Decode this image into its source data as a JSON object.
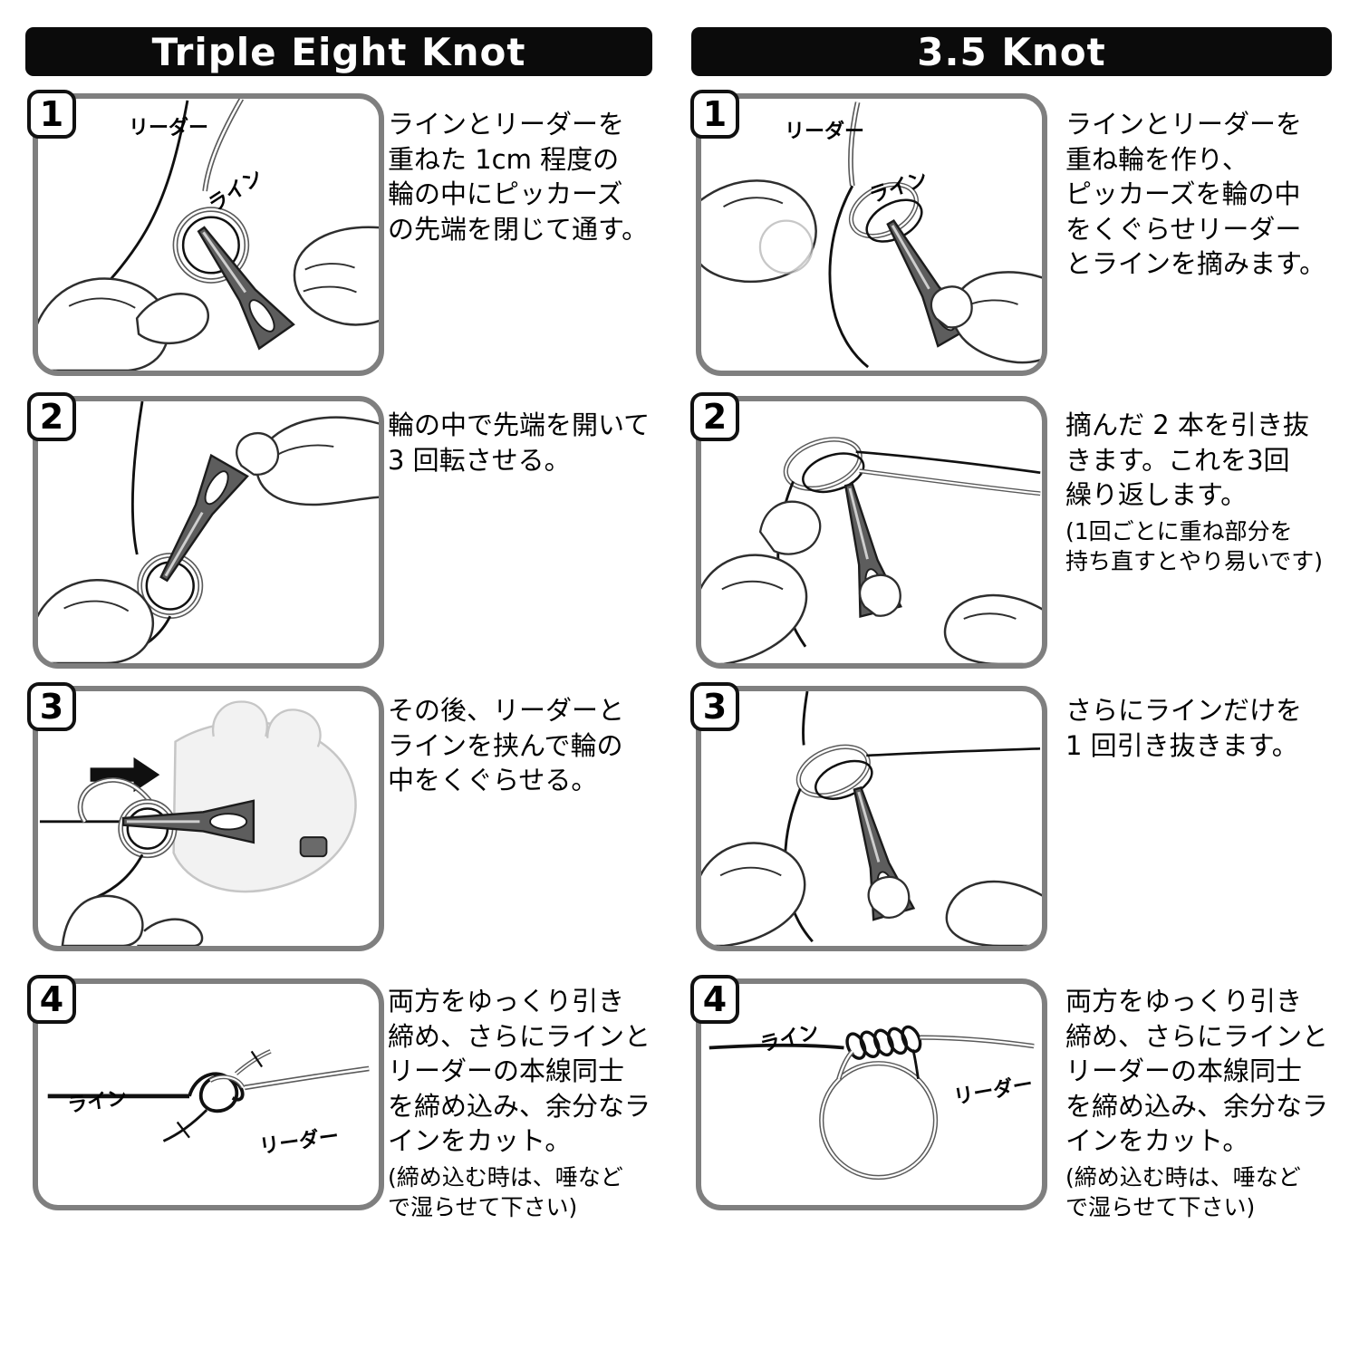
{
  "columns": [
    {
      "title": "Triple Eight Knot",
      "steps": [
        {
          "number": "1",
          "instruction": "ラインとリーダーを\n重ねた 1cm 程度の\n輪の中にピッカーズ\nの先端を閉じて通す。",
          "note": "",
          "labels": [
            {
              "text": "リーダー"
            },
            {
              "text": "ライン"
            }
          ]
        },
        {
          "number": "2",
          "instruction": "輪の中で先端を開いて\n3 回転させる。",
          "note": "",
          "labels": []
        },
        {
          "number": "3",
          "instruction": "その後、リーダーと\nラインを挟んで輪の\n中をくぐらせる。",
          "note": "",
          "labels": []
        },
        {
          "number": "4",
          "instruction": "両方をゆっくり引き\n締め、さらにラインと\nリーダーの本線同士\nを締め込み、余分なラ\nインをカット。",
          "note": "(締め込む時は、唾など\nで湿らせて下さい)",
          "labels": [
            {
              "text": "ライン"
            },
            {
              "text": "リーダー"
            }
          ]
        }
      ]
    },
    {
      "title": "3.5 Knot",
      "steps": [
        {
          "number": "1",
          "instruction": "ラインとリーダーを\n重ね輪を作り、\nピッカーズを輪の中\nをくぐらせリーダー\nとラインを摘みます。",
          "note": "",
          "labels": [
            {
              "text": "リーダー"
            },
            {
              "text": "ライン"
            }
          ]
        },
        {
          "number": "2",
          "instruction": "摘んだ 2 本を引き抜\nきます。これを3回\n繰り返します。",
          "note": "(1回ごとに重ね部分を\n持ち直すとやり易いです)",
          "labels": []
        },
        {
          "number": "3",
          "instruction": "さらにラインだけを\n1 回引き抜きます。",
          "note": "",
          "labels": []
        },
        {
          "number": "4",
          "instruction": "両方をゆっくり引き\n締め、さらにラインと\nリーダーの本線同士\nを締め込み、余分なラ\nインをカット。",
          "note": "(締め込む時は、唾など\nで湿らせて下さい)",
          "labels": [
            {
              "text": "ライン"
            },
            {
              "text": "リーダー"
            }
          ]
        }
      ]
    }
  ],
  "colors": {
    "header_bg": "#0b0b0b",
    "panel_border": "#7f7f7f",
    "ink": "#101010",
    "leader_gray": "#5a5a5a"
  }
}
